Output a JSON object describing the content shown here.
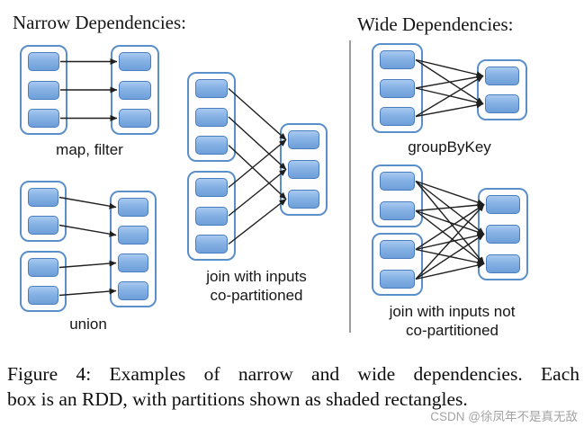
{
  "sections": {
    "narrow": {
      "heading": "Narrow Dependencies:"
    },
    "wide": {
      "heading": "Wide Dependencies:"
    }
  },
  "diagrams": [
    {
      "id": "map-filter",
      "label": "map, filter",
      "groups": {
        "s0": 3,
        "t": 3
      },
      "edges": [
        [
          "s0",
          0,
          0
        ],
        [
          "s0",
          1,
          1
        ],
        [
          "s0",
          2,
          2
        ]
      ]
    },
    {
      "id": "union",
      "label": "union",
      "groups": {
        "s0": 2,
        "s1": 2,
        "t": 4
      },
      "edges": [
        [
          "s0",
          0,
          0
        ],
        [
          "s0",
          1,
          1
        ],
        [
          "s1",
          0,
          2
        ],
        [
          "s1",
          1,
          3
        ]
      ]
    },
    {
      "id": "join-co",
      "label": "join with inputs\nco-partitioned",
      "groups": {
        "s0": 3,
        "s1": 3,
        "t": 3
      },
      "edges": [
        [
          "s0",
          0,
          0
        ],
        [
          "s0",
          1,
          1
        ],
        [
          "s0",
          2,
          2
        ],
        [
          "s1",
          0,
          0
        ],
        [
          "s1",
          1,
          1
        ],
        [
          "s1",
          2,
          2
        ]
      ]
    },
    {
      "id": "groupbykey",
      "label": "groupByKey",
      "groups": {
        "s0": 3,
        "t": 2
      },
      "edges": [
        [
          "s0",
          0,
          0
        ],
        [
          "s0",
          0,
          1
        ],
        [
          "s0",
          1,
          0
        ],
        [
          "s0",
          1,
          1
        ],
        [
          "s0",
          2,
          0
        ],
        [
          "s0",
          2,
          1
        ]
      ]
    },
    {
      "id": "join-nonco",
      "label": "join with inputs not\nco-partitioned",
      "groups": {
        "s0": 2,
        "s1": 2,
        "t": 3
      },
      "edges": [
        [
          "s0",
          0,
          0
        ],
        [
          "s0",
          0,
          1
        ],
        [
          "s0",
          0,
          2
        ],
        [
          "s0",
          1,
          0
        ],
        [
          "s0",
          1,
          1
        ],
        [
          "s0",
          1,
          2
        ],
        [
          "s1",
          0,
          0
        ],
        [
          "s1",
          0,
          1
        ],
        [
          "s1",
          0,
          2
        ],
        [
          "s1",
          1,
          0
        ],
        [
          "s1",
          1,
          1
        ],
        [
          "s1",
          1,
          2
        ]
      ]
    }
  ],
  "caption": {
    "line1": "Figure 4: Examples of narrow and wide dependencies. Each",
    "line2": "box is an RDD, with partitions shown as shaded rectangles."
  },
  "watermark": "CSDN @徐凤年不是真无敌",
  "colors": {
    "partition_fill_top": "#a8c9f0",
    "partition_fill_bottom": "#6f9fd9",
    "partition_border": "#4a7cc0",
    "rdd_border": "#5b8fc9",
    "arrow": "#1f1f1f",
    "divider": "#9c9c9c",
    "watermark_text": "#a3a3a3"
  }
}
